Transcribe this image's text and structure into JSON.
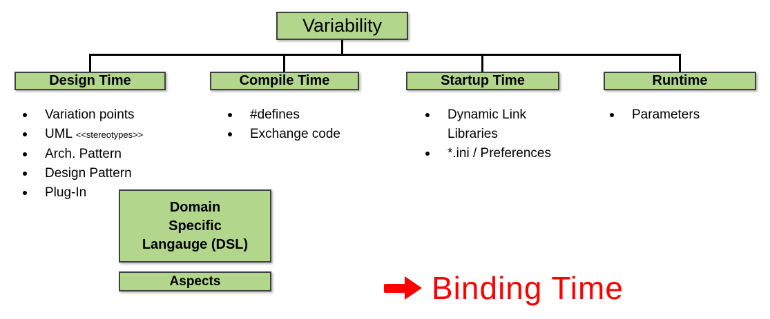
{
  "diagram": {
    "root": {
      "label": "Variability"
    },
    "branches": [
      {
        "header": "Design Time",
        "items": [
          {
            "text": "Variation points"
          },
          {
            "text": "UML",
            "suffix": "<<stereotypes>>"
          },
          {
            "text": "Arch. Pattern"
          },
          {
            "text": "Design Pattern"
          },
          {
            "text": "Plug-In"
          }
        ]
      },
      {
        "header": "Compile Time",
        "items": [
          {
            "text": "#defines"
          },
          {
            "text": "Exchange code"
          }
        ]
      },
      {
        "header": "Startup Time",
        "items": [
          {
            "text": "Dynamic Link Libraries"
          },
          {
            "text": "*.ini / Preferences"
          }
        ]
      },
      {
        "header": "Runtime",
        "items": [
          {
            "text": "Parameters"
          }
        ]
      }
    ],
    "design_time_extras": {
      "dsl_box_lines": [
        "Domain",
        "Specific",
        "Langauge (DSL)"
      ],
      "aspects_box": "Aspects"
    },
    "annotation": {
      "icon": "right-arrow",
      "label": "Binding Time",
      "color": "#FF0000"
    },
    "colors": {
      "box_fill": "#B2D78C",
      "box_border": "#3F3F3F",
      "connector": "#000000",
      "text": "#000000"
    }
  }
}
